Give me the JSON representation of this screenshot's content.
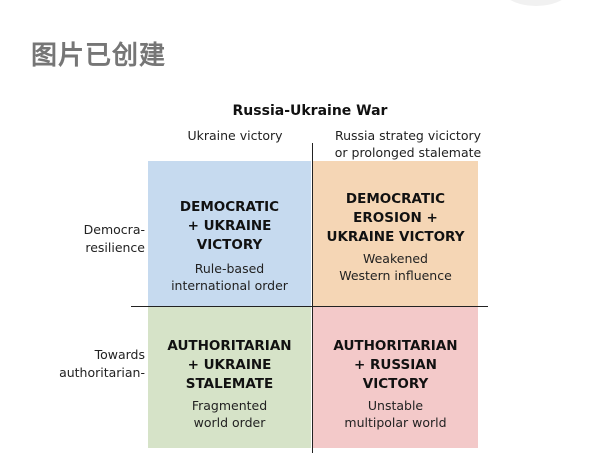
{
  "header": {
    "title": "图片已创建"
  },
  "diagram": {
    "title": "Russia-Ukraine War",
    "columns": {
      "left": "Ukraine victory",
      "right_line1": "Russia strateg vicictory",
      "right_line2": "or prolonged stalemate"
    },
    "rows": {
      "top_line1": "Democra-",
      "top_line2": "resilience",
      "bottom_line1": "Towards",
      "bottom_line2": "authoritarian-"
    },
    "quadrants": {
      "top_left": {
        "title_lines": [
          "DEMOCRATIC",
          "+ UKRAINE",
          "VICTORY"
        ],
        "sub_lines": [
          "Rule-based",
          "international order"
        ]
      },
      "top_right": {
        "title_lines": [
          "DEMOCRATIC",
          "EROSION +",
          "UKRAINE VICTORY"
        ],
        "sub_lines": [
          "Weakened",
          "Western influence"
        ]
      },
      "bottom_left": {
        "title_lines": [
          "AUTHORITARIAN",
          "+ UKRAINE",
          "STALEMATE"
        ],
        "sub_lines": [
          "Fragmented",
          "world order"
        ]
      },
      "bottom_right": {
        "title_lines": [
          "AUTHORITARIAN",
          "+ RUSSIAN",
          "VICTORY"
        ],
        "sub_lines": [
          "Unstable",
          "multipolar world"
        ]
      }
    },
    "colors": {
      "top_left": "#c6daef",
      "top_right": "#f5d6b5",
      "bottom_left": "#d6e3c8",
      "bottom_right": "#f3c9c9"
    }
  }
}
